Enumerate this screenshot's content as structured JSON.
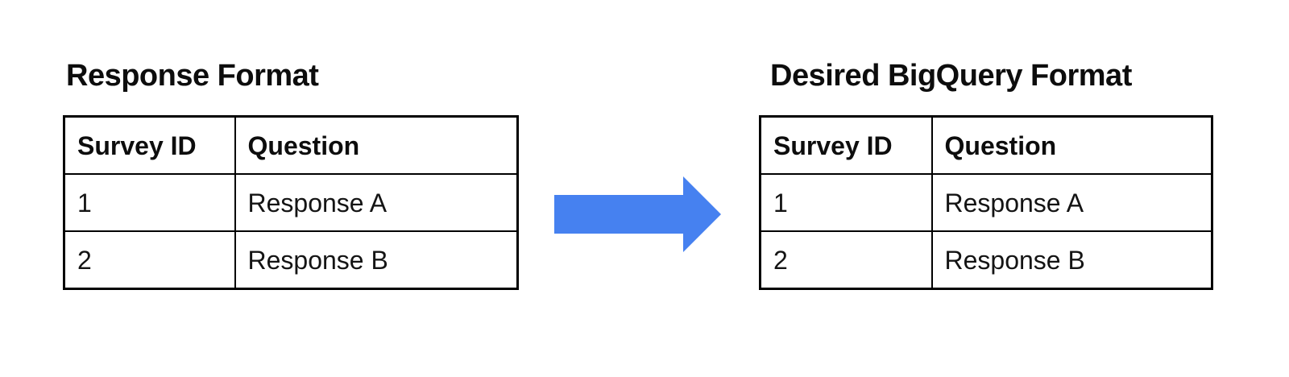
{
  "page": {
    "background_color": "#ffffff",
    "text_color": "#0d0d0d",
    "table_border_color": "#000000"
  },
  "left_panel": {
    "title": "Response Format",
    "table": {
      "columns": [
        "Survey ID",
        "Question"
      ],
      "rows": [
        [
          "1",
          "Response A"
        ],
        [
          "2",
          "Response B"
        ]
      ]
    }
  },
  "arrow": {
    "icon": "right-arrow",
    "direction": "right",
    "color": "#4681F0"
  },
  "right_panel": {
    "title": "Desired BigQuery Format",
    "table": {
      "columns": [
        "Survey ID",
        "Question"
      ],
      "rows": [
        [
          "1",
          "Response A"
        ],
        [
          "2",
          "Response B"
        ]
      ]
    }
  }
}
